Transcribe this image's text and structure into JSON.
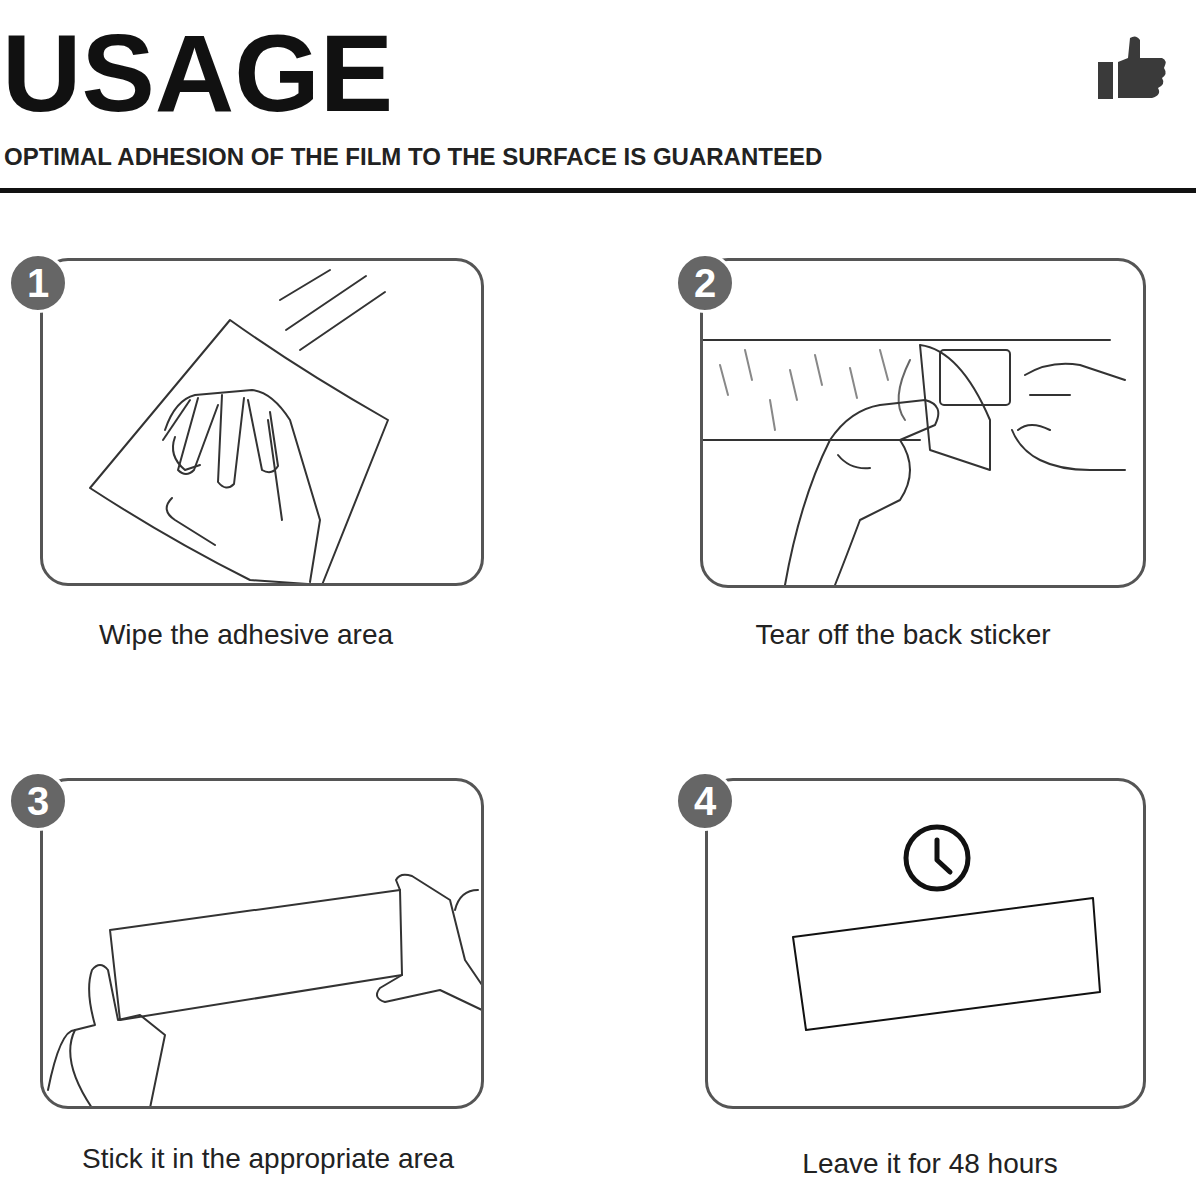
{
  "diagram": {
    "title": "USAGE",
    "nodes": [
      {
        "text": [
          "Wipe the adhesive area"
        ]
      },
      {
        "text": [
          "1"
        ],
        "in": 0
      },
      {
        "text": [
          "Tear off the back sticker"
        ]
      },
      {
        "text": [
          "2"
        ],
        "in": 2
      },
      {
        "text": [
          "Stick it in the appropriate area"
        ]
      },
      {
        "text": [
          "3"
        ],
        "in": 4
      },
      {
        "text": [
          "Leave it for 48 hours"
        ]
      },
      {
        "text": [
          "4"
        ],
        "in": 6
      }
    ],
    "labels": [
      "OPTIMAL ADHESION OF THE FILM TO THE SURFACE IS GUARANTEED"
    ]
  }
}
